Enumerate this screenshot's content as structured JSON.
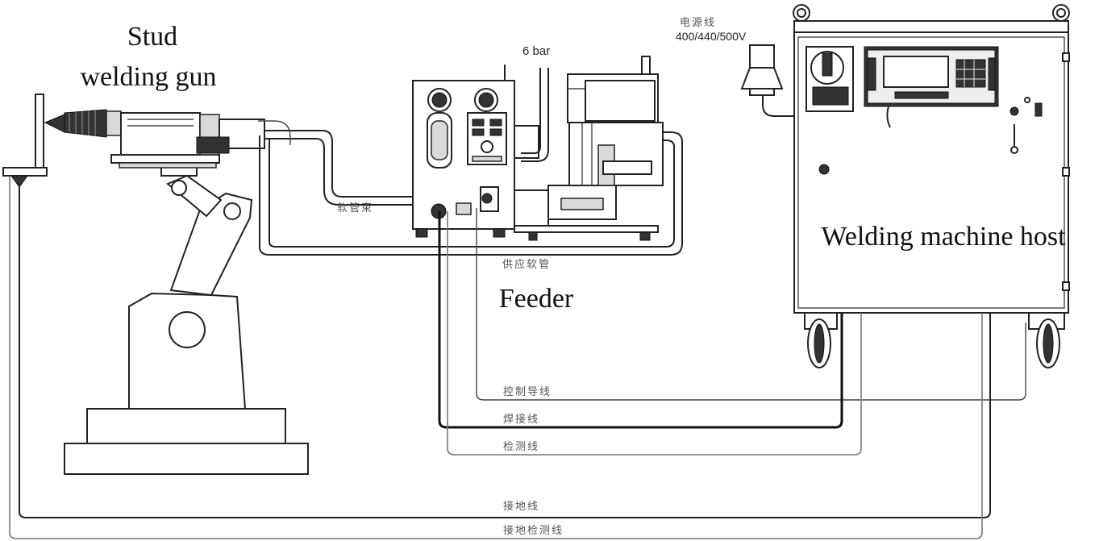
{
  "labels": {
    "gun": [
      "Stud",
      "welding gun"
    ],
    "feeder": "Feeder",
    "host": "Welding machine host",
    "pressure": "6 bar",
    "power_line": "电源线",
    "voltage": "400/440/500V",
    "hose_bundle": "软管束",
    "supply_hose": "供应软管",
    "control_wire": "控制导线",
    "welding_wire": "焊接线",
    "detection_wire": "检测线",
    "ground_wire": "接地线",
    "ground_detection_wire": "接地检测线"
  }
}
